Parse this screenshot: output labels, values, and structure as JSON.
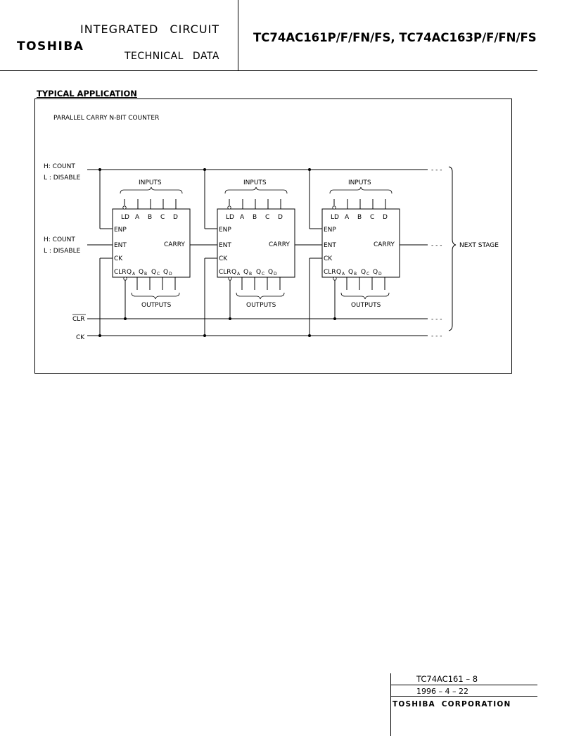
{
  "header": {
    "integrated_circuit": "INTEGRATED CIRCUIT",
    "brand": "TOSHIBA",
    "technical_data": "TECHNICAL DATA",
    "part_title": "TC74AC161P/F/FN/FS, TC74AC163P/F/FN/FS"
  },
  "section": {
    "title": "TYPICAL APPLICATION",
    "diagram_title": "PARALLEL CARRY N-BIT COUNTER"
  },
  "diagram": {
    "enp_control": [
      "H: COUNT",
      "L : DISABLE"
    ],
    "ent_control": [
      "H: COUNT",
      "L : DISABLE"
    ],
    "clr_signal": "CLR",
    "ck_signal": "CK",
    "inputs_label": "INPUTS",
    "outputs_label": "OUTPUTS",
    "next_stage": "NEXT STAGE",
    "continuation": "- - -",
    "pins": {
      "ld": "LD",
      "a": "A",
      "b": "B",
      "c": "C",
      "d": "D",
      "enp": "ENP",
      "ent": "ENT",
      "ck": "CK",
      "carry": "CARRY",
      "clr": "CLR",
      "q": "Q",
      "qa_sub": "A",
      "qb_sub": "B",
      "qc_sub": "C",
      "qd_sub": "D"
    },
    "stage_count": 3
  },
  "footer": {
    "doc_number": "TC74AC161 – 8",
    "date": "1996 – 4 – 22",
    "corporation": "TOSHIBA CORPORATION"
  }
}
